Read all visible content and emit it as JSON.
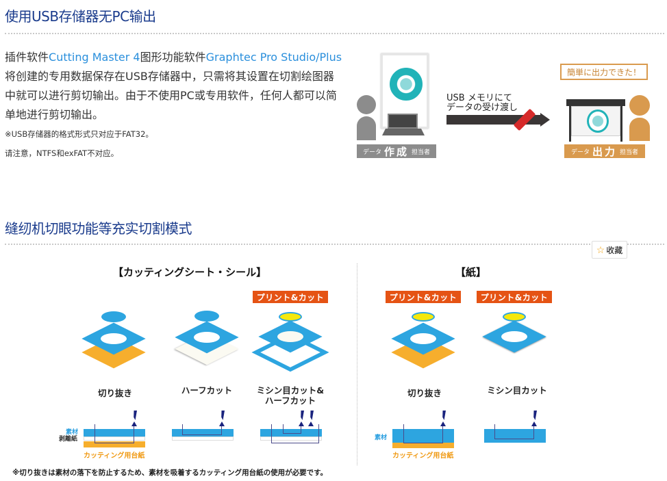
{
  "section1": {
    "title": "使用USB存储器无PC输出",
    "paragraph": {
      "part1": "插件软件",
      "link1": "Cutting Master 4",
      "part2": "图形功能软件",
      "link2": "Graphtec Pro Studio/Plus",
      "part3": "将创建的专用数据保存在USB存储器中，只需将其设置在切割绘图器中就可以进行剪切输出。由于不使用PC或专用软件，任何人都可以简单地进行剪切输出。"
    },
    "note1": "※USB存储器的格式形式只对应于FAT32。",
    "note2": "请注意，NTFS和exFAT不对应。",
    "illustration": {
      "creator_tag": {
        "small1": "データ",
        "big": "作成",
        "small2": "担当者"
      },
      "arrow_text_line1": "USB メモリにて",
      "arrow_text_line2": "データの受け渡し",
      "bubble_text": "簡単に出力できた！",
      "output_tag": {
        "small1": "データ",
        "big": "出力",
        "small2": "担当者"
      },
      "colors": {
        "creator": "#8c8c8c",
        "output": "#d99a4e",
        "arrow": "#3a3636",
        "usb": "#d62a2a"
      }
    }
  },
  "section2": {
    "title": "缝纫机切眼功能等充实切割模式",
    "favorite_button": {
      "icon": "star-icon",
      "label": "收藏"
    },
    "groups": [
      {
        "title": "【カッティングシート・シール】",
        "items": [
          {
            "caption": "切り抜き",
            "badge": null
          },
          {
            "caption": "ハーフカット",
            "badge": null
          },
          {
            "caption_line1": "ミシン目カット&",
            "caption_line2": "ハーフカット",
            "badge": "プリント&カット"
          }
        ],
        "labels": {
          "material": "素材",
          "release_paper": "剥離紙",
          "cutting_base": "カッティング用台紙"
        }
      },
      {
        "title": "【紙】",
        "items": [
          {
            "caption": "切り抜き",
            "badge": "プリント&カット"
          },
          {
            "caption": "ミシン目カット",
            "badge": "プリント&カット"
          }
        ],
        "labels": {
          "material": "素材",
          "cutting_base": "カッティング用台紙"
        }
      }
    ],
    "footnote": "※切り抜きは素材の落下を防止するため、素材を吸着するカッティング用台紙の使用が必要です。",
    "colors": {
      "material": "#2da5e0",
      "base": "#f6ae2d",
      "badge": "#e55314",
      "blade": "#1a237e"
    }
  }
}
